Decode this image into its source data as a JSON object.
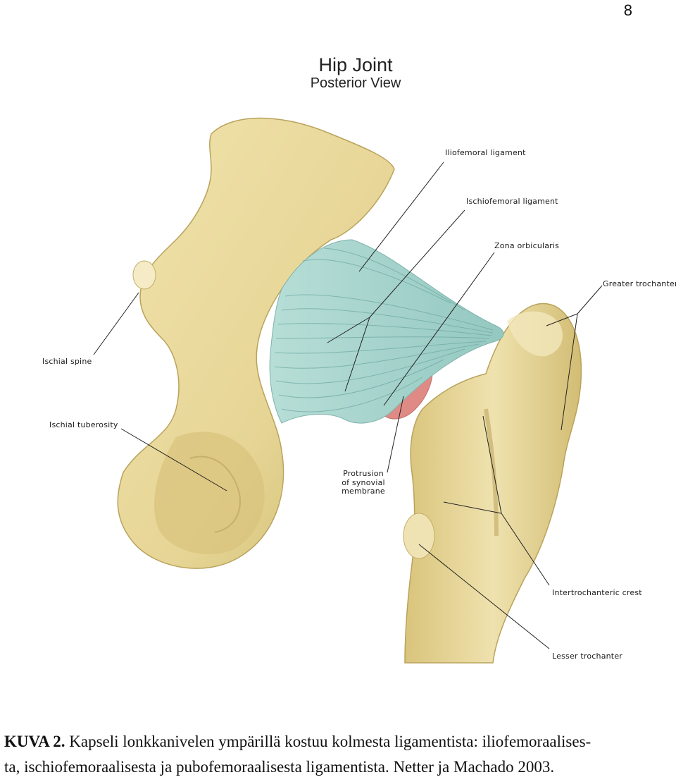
{
  "page": {
    "number": "8"
  },
  "figure": {
    "title": "Hip Joint",
    "subtitle": "Posterior View",
    "labels": {
      "iliofemoral": "Iliofemoral ligament",
      "ischiofemoral": "Ischiofemoral ligament",
      "zona": "Zona orbicularis",
      "greater_trochanter": "Greater trochanter",
      "ischial_spine": "Ischial spine",
      "ischial_tuberosity": "Ischial  tuberosity",
      "protrusion_1": "Protrusion",
      "protrusion_2": "of synovial",
      "protrusion_3": "membrane",
      "intertrochanteric": "Intertrochanteric crest",
      "lesser_trochanter": "Lesser trochanter"
    },
    "colors": {
      "bone": "#e9d9a0",
      "bone_shadow": "#c9b46a",
      "ligament": "#a9d6cf",
      "ligament_lines": "#6fa9a3",
      "synovial": "#e08a86"
    }
  },
  "caption": {
    "label": "KUVA 2.",
    "line1": " Kapseli lonkkanivelen ympärillä kostuu kolmesta ligamentista: iliofemoraalises-",
    "line2": "ta, ischiofemoraalisesta ja pubofemoraalisesta ligamentista. Netter ja Machado 2003."
  }
}
